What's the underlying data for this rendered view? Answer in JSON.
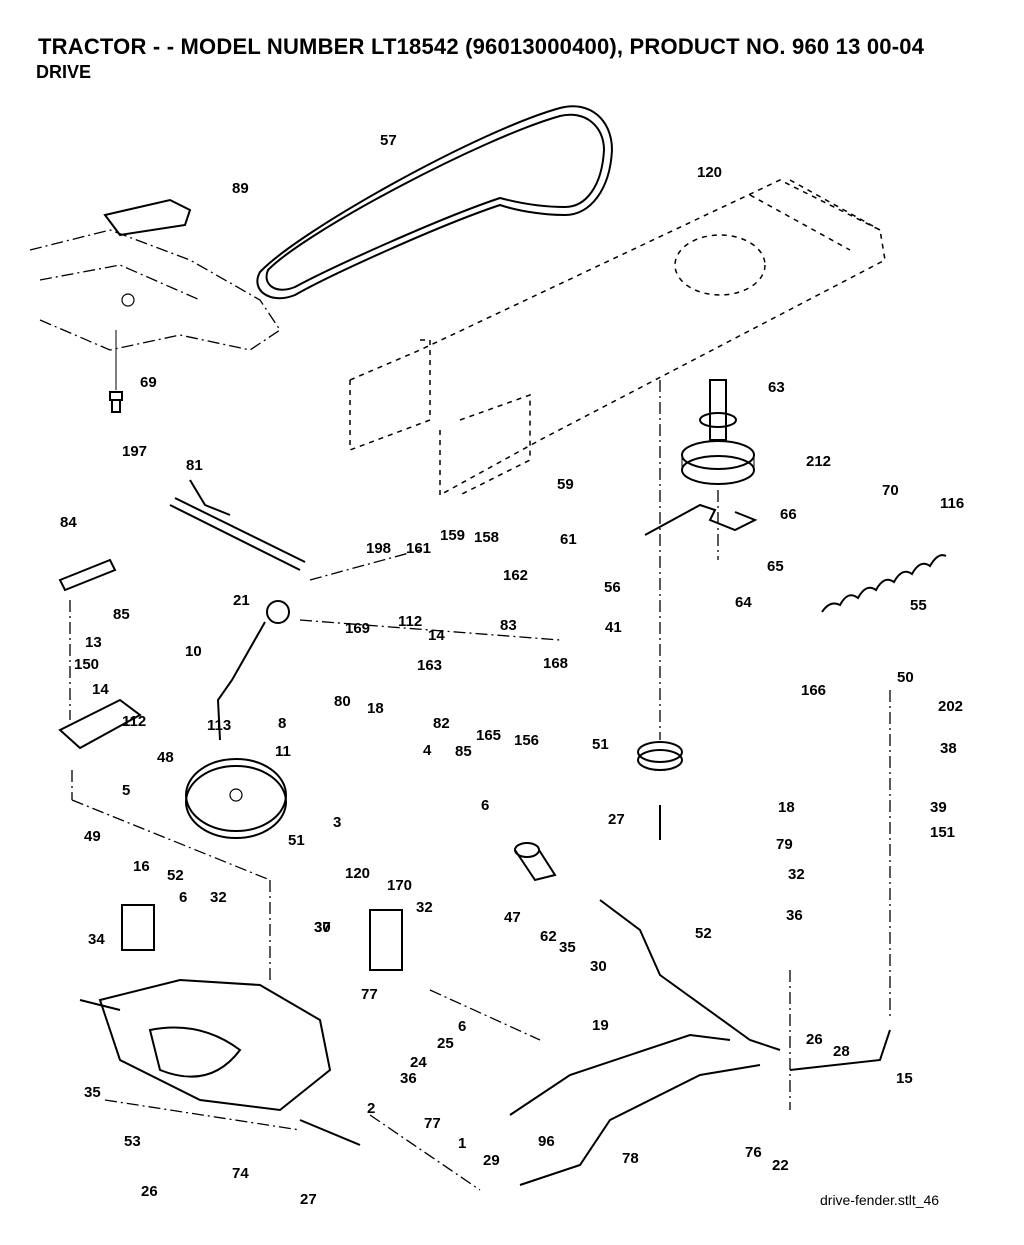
{
  "header": {
    "title": "TRACTOR - - MODEL NUMBER LT18542 (96013000400), PRODUCT NO. 960 13 00-04",
    "subtitle": "DRIVE"
  },
  "footer": {
    "filename": "drive-fender.stlt_46"
  },
  "callouts": [
    "57",
    "120",
    "89",
    "69",
    "63",
    "212",
    "70",
    "116",
    "197",
    "81",
    "59",
    "66",
    "84",
    "198",
    "161",
    "159",
    "158",
    "162",
    "61",
    "56",
    "65",
    "21",
    "169",
    "112",
    "14",
    "83",
    "163",
    "168",
    "41",
    "85",
    "64",
    "55",
    "13",
    "10",
    "82",
    "165",
    "156",
    "166",
    "50",
    "202",
    "150",
    "14",
    "112",
    "80",
    "18",
    "113",
    "8",
    "4",
    "51",
    "38",
    "48",
    "85",
    "5",
    "11",
    "3",
    "6",
    "18",
    "27",
    "39",
    "151",
    "51",
    "79",
    "49",
    "16",
    "52",
    "30",
    "32",
    "6",
    "47",
    "62",
    "35",
    "36",
    "120",
    "32",
    "170",
    "32",
    "30",
    "52",
    "34",
    "37",
    "77",
    "6",
    "25",
    "24",
    "19",
    "26",
    "28",
    "36",
    "35",
    "2",
    "15",
    "77",
    "53",
    "74",
    "96",
    "1",
    "29",
    "78",
    "76",
    "22",
    "26",
    "27",
    "26",
    "75"
  ]
}
